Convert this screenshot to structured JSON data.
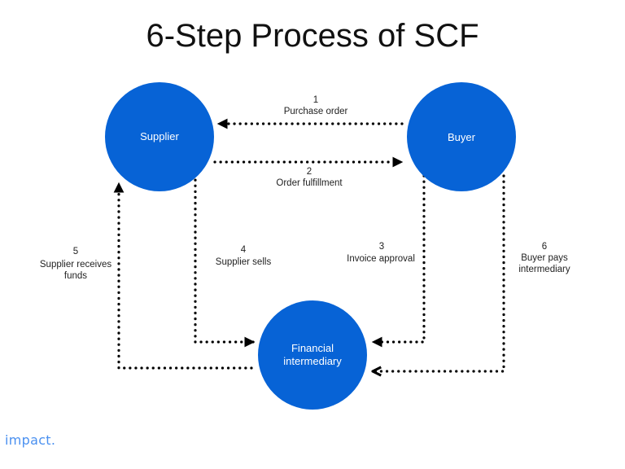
{
  "title": "6-Step Process of SCF",
  "colors": {
    "node_fill": "#0763d6",
    "connector": "#000000",
    "logo": "#4a90f0"
  },
  "nodes": {
    "supplier": {
      "label": "Supplier"
    },
    "buyer": {
      "label": "Buyer"
    },
    "intermediary": {
      "label_line1": "Financial",
      "label_line2": "intermediary"
    }
  },
  "steps": [
    {
      "number": "1",
      "lines": [
        "Purchase order"
      ],
      "from": "Buyer",
      "to": "Supplier"
    },
    {
      "number": "2",
      "lines": [
        "Order fulfillment"
      ],
      "from": "Supplier",
      "to": "Buyer"
    },
    {
      "number": "3",
      "lines": [
        "Invoice approval"
      ],
      "from": "Buyer",
      "to": "Financial intermediary"
    },
    {
      "number": "4",
      "lines": [
        "Supplier sells"
      ],
      "from": "Supplier",
      "to": "Financial intermediary"
    },
    {
      "number": "5",
      "lines": [
        "Supplier receives",
        "funds"
      ],
      "from": "Financial intermediary",
      "to": "Supplier"
    },
    {
      "number": "6",
      "lines": [
        "Buyer pays",
        "intermediary"
      ],
      "from": "Buyer",
      "to": "Financial intermediary"
    }
  ],
  "logo": "impact."
}
